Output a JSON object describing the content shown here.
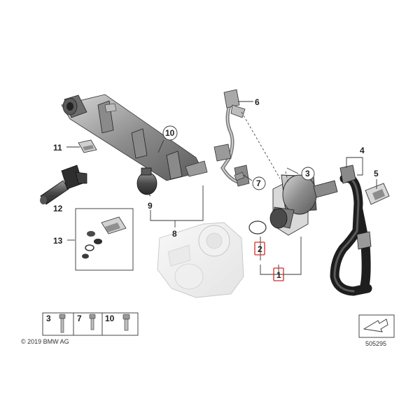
{
  "callouts": {
    "c1": "1",
    "c2": "2",
    "c3": "3",
    "c4": "4",
    "c5": "5",
    "c6": "6",
    "c7": "7",
    "c8": "8",
    "c9": "9",
    "c10": "10",
    "c11": "11",
    "c12": "12",
    "c13": "13"
  },
  "legend": {
    "a": "3",
    "b": "7",
    "c": "10"
  },
  "copyright": "© 2019 BMW AG",
  "diagram_number": "505295",
  "colors": {
    "highlight": "#d62a2a",
    "part_dark": "#3a3a3a",
    "part_light": "#e4e4e4"
  },
  "icons": [
    "direction-arrow-icon",
    "bolt-icon"
  ]
}
